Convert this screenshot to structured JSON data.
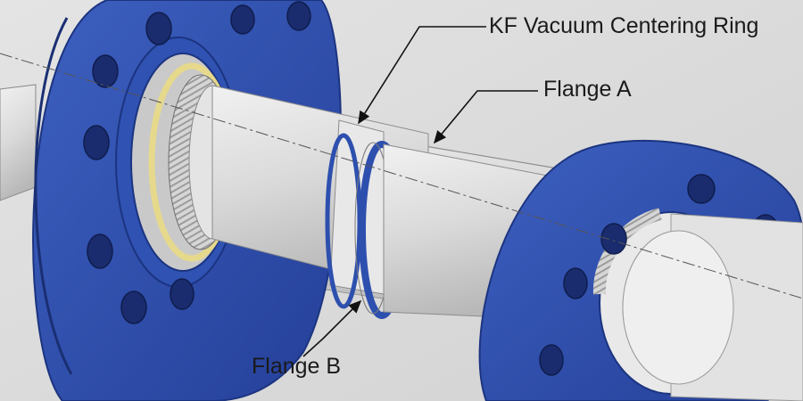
{
  "callouts": {
    "centering_ring": "KF Vacuum Centering Ring",
    "flange_a": "Flange A",
    "flange_b": "Flange B"
  },
  "colors": {
    "flange": "#2d4fae",
    "flange_dark": "#1c3480",
    "shaft": "#d9d9d9",
    "shaft_shadow": "#b9b9b9",
    "background": "#dcdcdc",
    "seal_ring": "#e6d98c"
  },
  "icons": {
    "callout_arrow": "arrow-icon"
  }
}
